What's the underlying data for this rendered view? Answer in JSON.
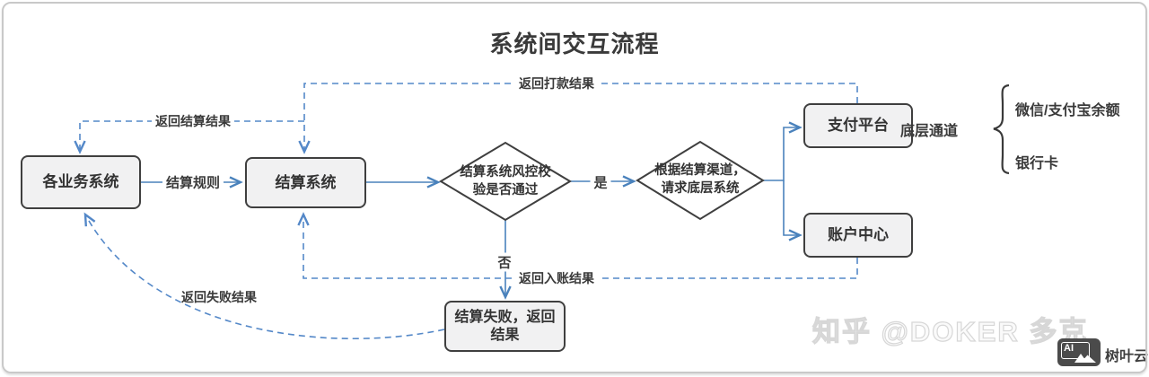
{
  "title": "系统间交互流程",
  "nodes": {
    "business": {
      "label": "各业务系统"
    },
    "settlement": {
      "label": "结算系统"
    },
    "risk_check": {
      "lines": [
        "结算系统风控校",
        "验是否通过"
      ]
    },
    "channel_route": {
      "lines": [
        "根据结算渠道，",
        "请求底层系统"
      ]
    },
    "payment_platform": {
      "label": "支付平台"
    },
    "account_center": {
      "label": "账户中心"
    },
    "failure": {
      "lines": [
        "结算失败，返回",
        "结果"
      ]
    }
  },
  "edge_labels": {
    "settlement_rules": "结算规则",
    "yes": "是",
    "no": "否",
    "return_payment_result": "返回打款结果",
    "return_settlement_result": "返回结算结果",
    "return_posting_result": "返回入账结果",
    "return_failure_result": "返回失败结果"
  },
  "channels": {
    "group_label": "底层通道",
    "items": [
      "微信/支付宝余额",
      "银行卡"
    ]
  },
  "watermark": {
    "text": "知乎 @DOKER 多克",
    "logo_ai": "AI",
    "logo_name": "树叶云"
  },
  "colors": {
    "arrow_solid": "#4a82bc",
    "arrow_dashed": "#5488c8",
    "box_border": "#3f3f3f",
    "box_fill": "#f1f1f2",
    "text": "#3a3a3a",
    "watermark": "#dcdcdc"
  }
}
